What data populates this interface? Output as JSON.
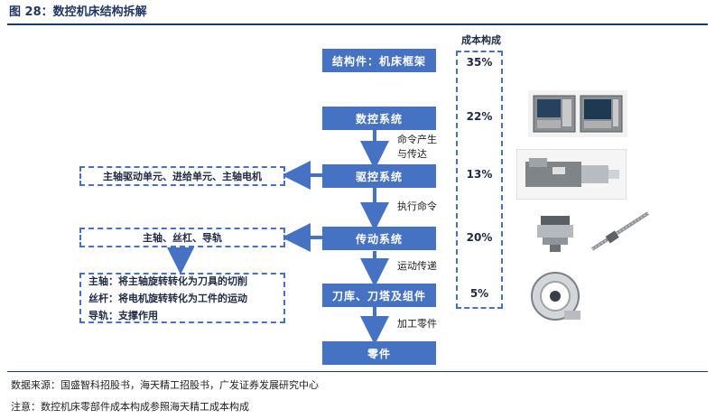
{
  "figure_title": "图 28：数控机床结构拆解",
  "source_note": "数据来源：国盛智科招股书，海天精工招股书，广发证券发展研究中心",
  "footnote": "注意：数控机床零部件成本构成参照海天精工成本构成",
  "nodes": {
    "frame": "结构件：机床框架",
    "cnc": "数控系统",
    "drive_control": "驱控系统",
    "transmission": "传动系统",
    "tool_magazine": "刀库、刀塔及组件",
    "part": "零件"
  },
  "edges": {
    "cnc_to_drive": [
      "命令产生",
      "与传达"
    ],
    "drive_to_transmission": "执行命令",
    "transmission_to_tool": "运动传递",
    "tool_to_part": "加工零件"
  },
  "side_boxes": {
    "drive_components": "主轴驱动单元、进给单元、主轴电机",
    "transmission_components": "主轴、丝杠、导轨",
    "descriptions": [
      {
        "term": "主轴：",
        "text": "将主轴旋转转化为刀具的切削"
      },
      {
        "term": "丝杆：",
        "text": "将电机旋转转化为工件的运动"
      },
      {
        "term": "导轨：",
        "text": "支撑作用"
      }
    ]
  },
  "cost": {
    "header": "成本构成",
    "values": [
      "35%",
      "22%",
      "13%",
      "20%",
      "5%"
    ]
  },
  "colors": {
    "box_fill": "#4672c4",
    "border": "#4672c4",
    "title": "#1f3864"
  },
  "icons": [
    "cnc-control-panel-icon",
    "spindle-motor-icon",
    "spindle-icon",
    "ball-screw-icon",
    "tool-magazine-icon"
  ]
}
